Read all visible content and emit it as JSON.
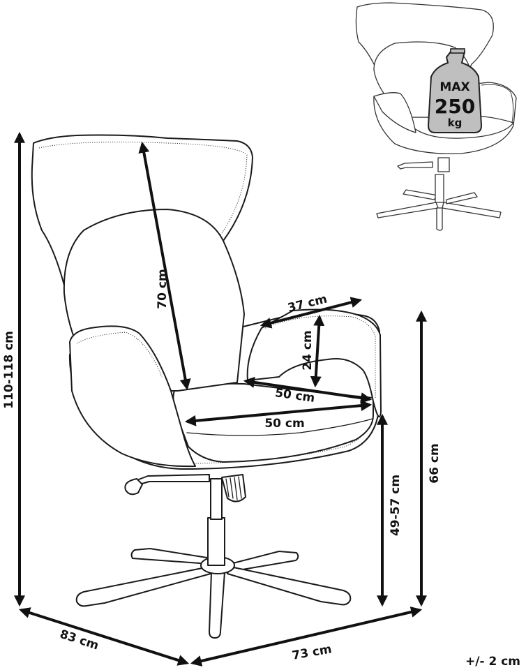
{
  "dimensions": {
    "height_total": "110-118 cm",
    "backrest": "70 cm",
    "armrest_width": "37 cm",
    "armrest_height": "24 cm",
    "seat_depth": "50 cm",
    "seat_width": "50 cm",
    "seat_height": "49-57 cm",
    "arm_height": "66 cm",
    "depth": "83 cm",
    "width": "73 cm",
    "tolerance": "+/- 2 cm"
  },
  "load_badge": {
    "max_label": "MAX",
    "value": "250",
    "unit": "kg"
  },
  "colors": {
    "line": "#1a1a1a",
    "badge_fill": "#bfbfbf",
    "background": "#ffffff"
  }
}
